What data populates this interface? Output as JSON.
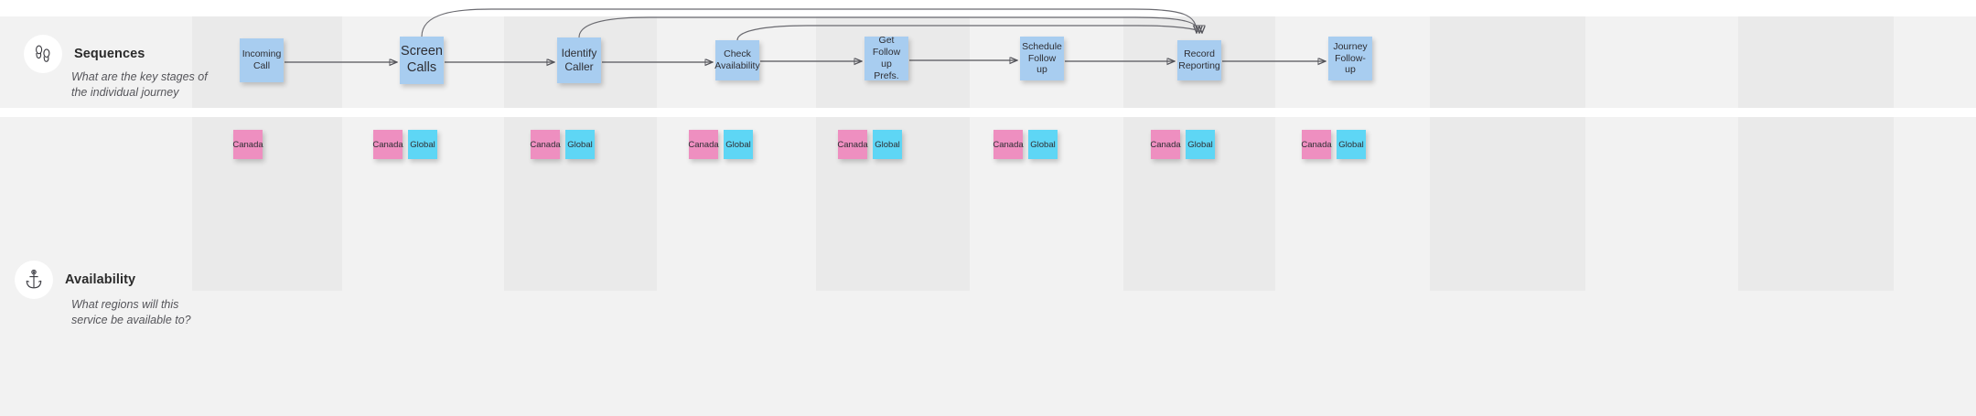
{
  "board": {
    "background": "#ffffff",
    "band_dark": "#eaeaea",
    "band_light": "#f2f2f2",
    "card_color": "#a8cdf0",
    "sticky_canada_color": "#ee8fc0",
    "sticky_global_color": "#5ed6f5",
    "connector_color": "#54545a"
  },
  "rows": [
    {
      "id": "sequences",
      "title": "Sequences",
      "question": "What are the key stages of the individual journey",
      "icon": "footsteps-icon"
    },
    {
      "id": "availability",
      "title": "Availability",
      "question": "What regions will this service be available to?",
      "icon": "anchor-icon"
    }
  ],
  "sequences": {
    "cards": [
      {
        "label": "Incoming Call",
        "lines": [
          "Incoming",
          "Call"
        ],
        "size": "sm"
      },
      {
        "label": "Screen Calls",
        "lines": [
          "Screen",
          "Calls"
        ],
        "size": "lg"
      },
      {
        "label": "Identify Caller",
        "lines": [
          "Identify",
          "Caller"
        ],
        "size": "md"
      },
      {
        "label": "Check Availability",
        "lines": [
          "Check",
          "Availability"
        ],
        "size": "sm"
      },
      {
        "label": "Get Follow up Prefs.",
        "lines": [
          "Get",
          "Follow",
          "up Prefs."
        ],
        "size": "sm"
      },
      {
        "label": "Schedule Follow up",
        "lines": [
          "Schedule",
          "Follow",
          "up"
        ],
        "size": "sm"
      },
      {
        "label": "Record Reporting",
        "lines": [
          "Record",
          "Reporting"
        ],
        "size": "sm"
      },
      {
        "label": "Journey Follow-up",
        "lines": [
          "Journey",
          "Follow-",
          "up"
        ],
        "size": "sm"
      }
    ]
  },
  "availability": {
    "columns": [
      {
        "notes": [
          "Canada"
        ]
      },
      {
        "notes": [
          "Canada",
          "Global"
        ]
      },
      {
        "notes": [
          "Canada",
          "Global"
        ]
      },
      {
        "notes": [
          "Canada",
          "Global"
        ]
      },
      {
        "notes": [
          "Canada",
          "Global"
        ]
      },
      {
        "notes": [
          "Canada",
          "Global"
        ]
      },
      {
        "notes": [
          "Canada",
          "Global"
        ]
      },
      {
        "notes": [
          "Canada",
          "Global"
        ]
      }
    ],
    "note_labels": {
      "canada": "Canada",
      "global": "Global"
    }
  }
}
